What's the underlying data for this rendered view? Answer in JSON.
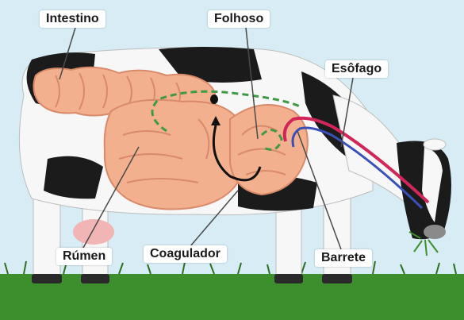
{
  "labels": {
    "intestino": "Intestino",
    "folhoso": "Folhoso",
    "esofago": "Esôfago",
    "rumen": "Rúmen",
    "coagulador": "Coagulador",
    "barrete": "Barrete"
  },
  "colors": {
    "sky": "#d7ecf4",
    "grass": "#3c8f2c",
    "cow_white": "#f7f7f7",
    "cow_black": "#1b1b1b",
    "organs": "#f2b08e",
    "organ_folds": "#d98a6a",
    "esophagus_red": "#d1265a",
    "esophagus_blue": "#3b4fb8",
    "flow_arrows": "#3e9a45",
    "pointer_lines": "#4a4a4a"
  }
}
